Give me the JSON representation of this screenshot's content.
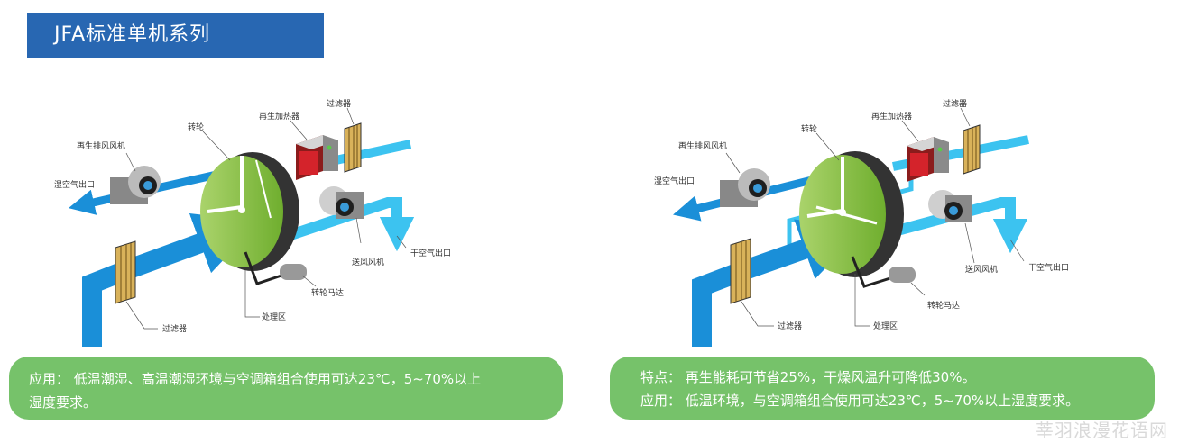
{
  "title": "JFA标准单机系列",
  "left_diagram": {
    "labels": {
      "regen_exhaust_fan": "再生排风风机",
      "wheel": "转轮",
      "regen_heater": "再生加热器",
      "filter_top": "过滤器",
      "wet_air_out": "湿空气出口",
      "supply_fan": "送风风机",
      "dry_air_out": "干空气出口",
      "wheel_motor": "转轮马达",
      "filter_bottom": "过滤器",
      "process_zone": "处理区"
    }
  },
  "right_diagram": {
    "labels": {
      "regen_exhaust_fan": "再生排风风机",
      "wheel": "转轮",
      "regen_heater": "再生加热器",
      "filter_top": "过滤器",
      "wet_air_out": "湿空气出口",
      "supply_fan": "送风风机",
      "dry_air_out": "干空气出口",
      "wheel_motor": "转轮马达",
      "filter_bottom": "过滤器",
      "process_zone": "处理区"
    }
  },
  "left_panel": {
    "line1": "应用： 低温潮湿、高温潮湿环境与空调箱组合使用可达23℃，5~70%以上",
    "line2": "湿度要求。"
  },
  "right_panel": {
    "line1": "特点： 再生能耗可节省25%，干燥风温升可降低30%。",
    "line2": "应用： 低温环境，与空调箱组合使用可达23℃，5~70%以上湿度要求。"
  },
  "watermark": "莘羽浪漫花语网",
  "colors": {
    "title_bg": "#2867b2",
    "panel_bg": "#76c26a",
    "process_air": "#1a8fd8",
    "regen_air": "#3cc3f0",
    "wheel_green": "#8dc63f"
  }
}
